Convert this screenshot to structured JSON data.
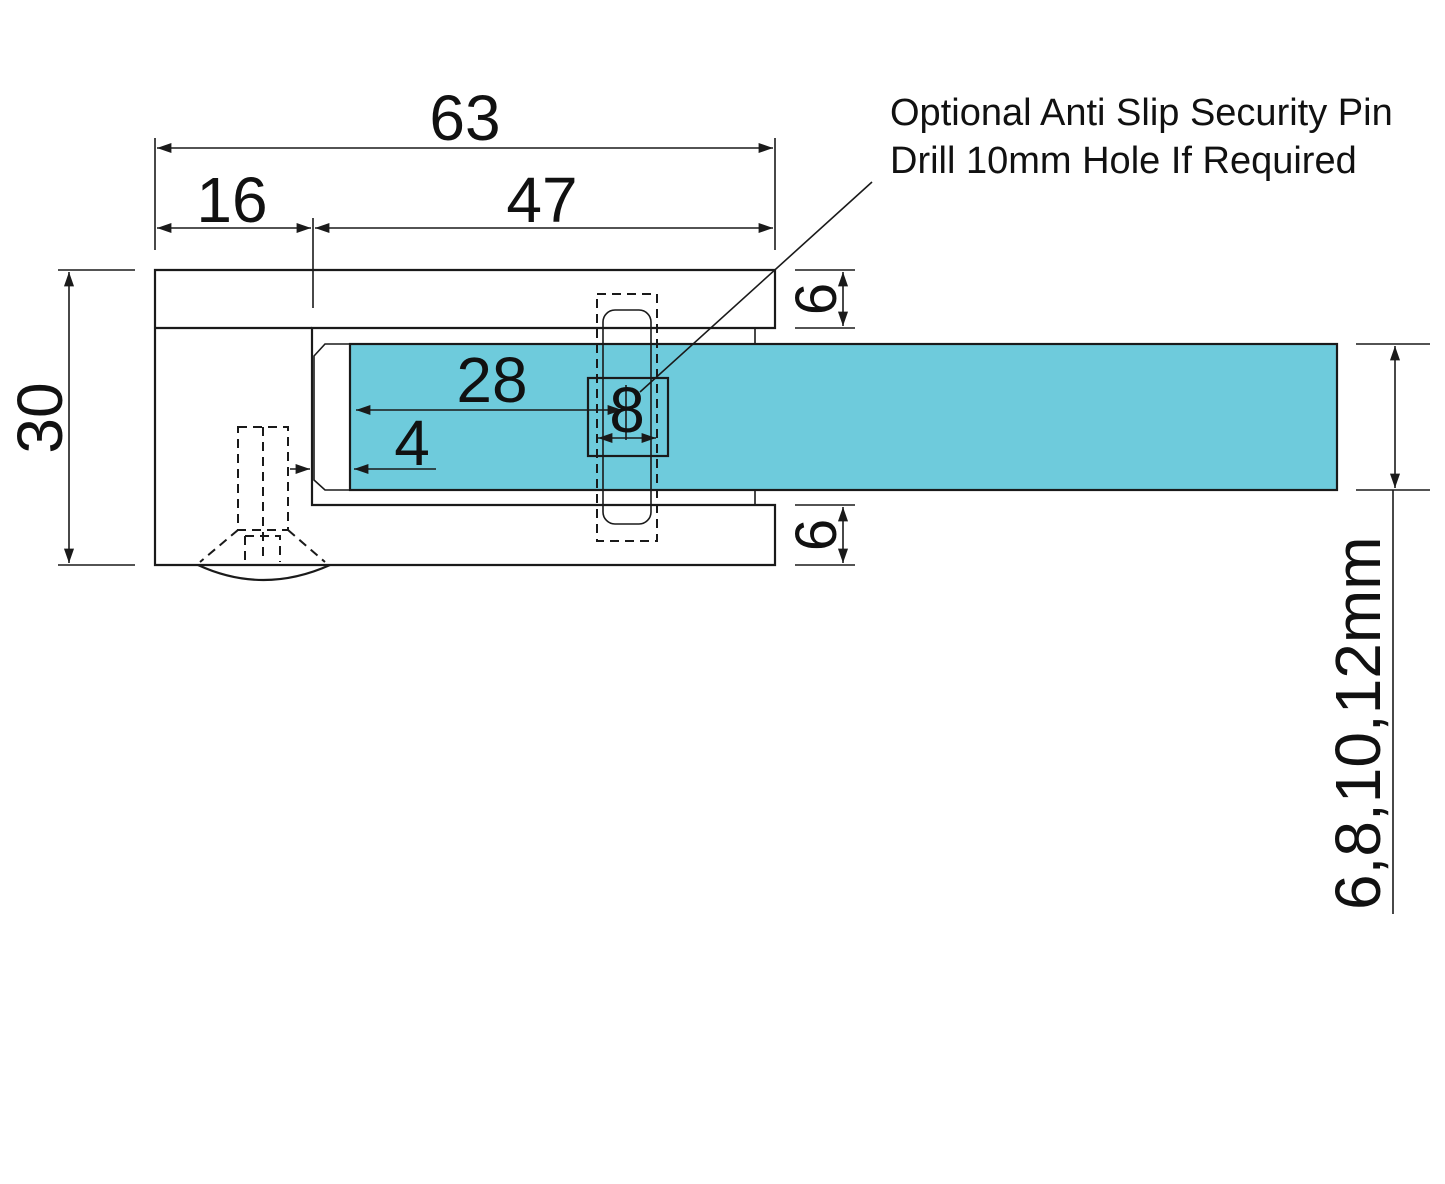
{
  "colors": {
    "glass": "#6ecbdc",
    "line": "#1a1a1a",
    "background": "#ffffff"
  },
  "dimensions": {
    "overall_width": "63",
    "left_width": "16",
    "right_width": "47",
    "height": "30",
    "top_flange": "6",
    "bottom_flange": "6",
    "depth_to_pin": "28",
    "edge_gap": "4",
    "pin_diameter": "8",
    "glass_thickness": "6,8,10,12mm"
  },
  "note": {
    "line1": "Optional Anti Slip Security Pin",
    "line2": "Drill 10mm Hole If Required"
  }
}
